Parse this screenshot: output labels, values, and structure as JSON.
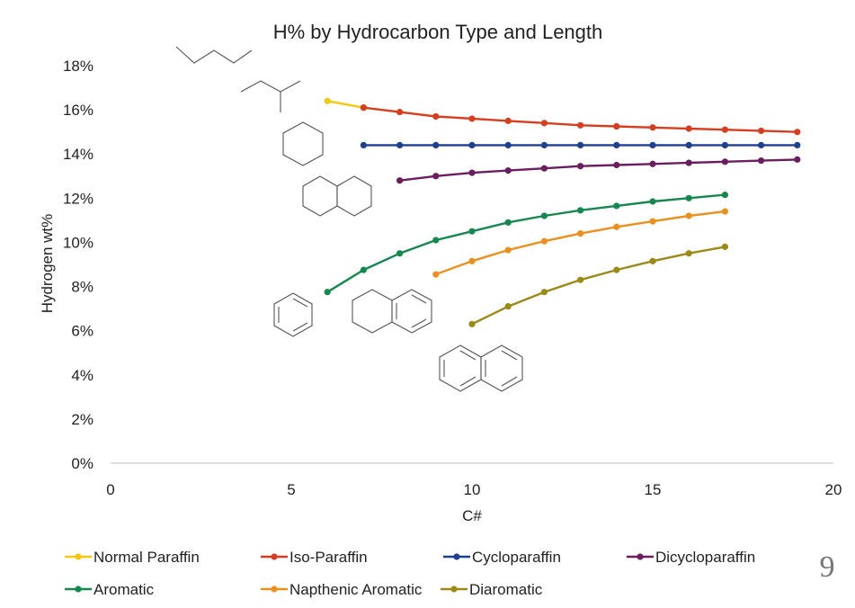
{
  "page_number": "9",
  "chart_data": {
    "type": "line",
    "title": "H% by Hydrocarbon Type and Length",
    "xlabel": "C#",
    "ylabel": "Hydrogen wt%",
    "xlim": [
      0,
      20
    ],
    "ylim": [
      0,
      18
    ],
    "xticks": [
      "0",
      "5",
      "10",
      "15",
      "20"
    ],
    "yticks": [
      "0%",
      "2%",
      "4%",
      "6%",
      "8%",
      "10%",
      "12%",
      "14%",
      "16%",
      "18%"
    ],
    "grid": false,
    "legend_position": "bottom",
    "series": [
      {
        "name": "Normal Paraffin",
        "color": "#F2C811",
        "x": [
          6,
          7
        ],
        "y": [
          16.4,
          16.1
        ]
      },
      {
        "name": "Iso-Paraffin",
        "color": "#D53E1F",
        "x": [
          7,
          8,
          9,
          10,
          11,
          12,
          13,
          14,
          15,
          16,
          17,
          18,
          19
        ],
        "y": [
          16.1,
          15.9,
          15.7,
          15.6,
          15.5,
          15.4,
          15.3,
          15.25,
          15.2,
          15.15,
          15.1,
          15.05,
          15.0
        ]
      },
      {
        "name": "Cycloparaffin",
        "color": "#1F3F8F",
        "x": [
          7,
          8,
          9,
          10,
          11,
          12,
          13,
          14,
          15,
          16,
          17,
          18,
          19
        ],
        "y": [
          14.4,
          14.4,
          14.4,
          14.4,
          14.4,
          14.4,
          14.4,
          14.4,
          14.4,
          14.4,
          14.4,
          14.4,
          14.4
        ]
      },
      {
        "name": "Dicycloparaffin",
        "color": "#6B1E5F",
        "x": [
          8,
          9,
          10,
          11,
          12,
          13,
          14,
          15,
          16,
          17,
          18,
          19
        ],
        "y": [
          12.8,
          13.0,
          13.15,
          13.25,
          13.35,
          13.45,
          13.5,
          13.55,
          13.6,
          13.65,
          13.7,
          13.75
        ]
      },
      {
        "name": "Aromatic",
        "color": "#15874F",
        "x": [
          6,
          7,
          8,
          9,
          10,
          11,
          12,
          13,
          14,
          15,
          16,
          17
        ],
        "y": [
          7.75,
          8.75,
          9.5,
          10.1,
          10.5,
          10.9,
          11.2,
          11.45,
          11.65,
          11.85,
          12.0,
          12.15
        ]
      },
      {
        "name": "Napthenic Aromatic",
        "color": "#EA9020",
        "x": [
          9,
          10,
          11,
          12,
          13,
          14,
          15,
          16,
          17
        ],
        "y": [
          8.55,
          9.15,
          9.65,
          10.05,
          10.4,
          10.7,
          10.95,
          11.2,
          11.4
        ]
      },
      {
        "name": "Diaromatic",
        "color": "#9C8A18",
        "x": [
          10,
          11,
          12,
          13,
          14,
          15,
          16,
          17
        ],
        "y": [
          6.3,
          7.1,
          7.75,
          8.3,
          8.75,
          9.15,
          9.5,
          9.8
        ]
      }
    ]
  }
}
